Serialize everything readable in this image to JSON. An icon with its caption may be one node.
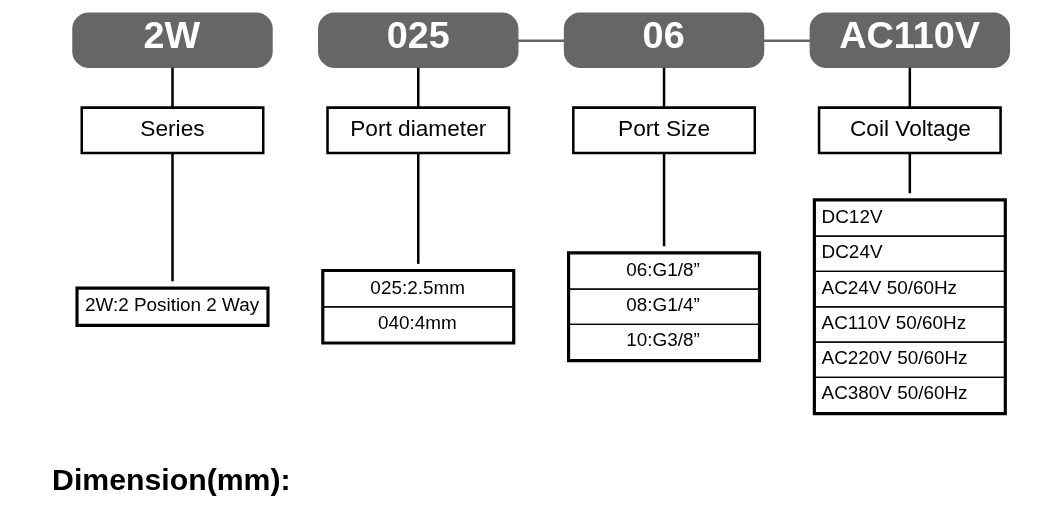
{
  "diagram": {
    "nodes": [
      {
        "text": [
          "2W"
        ]
      },
      {
        "text": [
          "025"
        ]
      },
      {
        "text": [
          "06"
        ]
      },
      {
        "text": [
          "AC110V"
        ]
      },
      {
        "text": [
          "Series"
        ]
      },
      {
        "text": [
          "Port diameter"
        ]
      },
      {
        "text": [
          "Port Size"
        ]
      },
      {
        "text": [
          "Coil Voltage"
        ]
      },
      {
        "text": [
          "2W:2 Position 2 Way"
        ]
      },
      {
        "text": [
          "025:2.5mm",
          "040:4mm"
        ]
      },
      {
        "text": [
          "06:G1/8”",
          "08:G1/4”",
          "10:G3/8”"
        ]
      },
      {
        "text": [
          "DC12V",
          "DC24V",
          "AC24V 50/60Hz",
          "AC110V 50/60Hz",
          "AC220V 50/60Hz",
          "AC380V 50/60Hz"
        ]
      }
    ],
    "edges": [
      {
        "from": 1,
        "to": 2,
        "arrow": "none",
        "color": "#666666"
      },
      {
        "from": 2,
        "to": 3,
        "arrow": "none",
        "color": "#666666"
      },
      {
        "from": 0,
        "to": 4,
        "arrow": "none"
      },
      {
        "from": 1,
        "to": 5,
        "arrow": "none"
      },
      {
        "from": 2,
        "to": 6,
        "arrow": "none"
      },
      {
        "from": 3,
        "to": 7,
        "arrow": "none"
      },
      {
        "from": 4,
        "to": 8,
        "arrow": "none"
      },
      {
        "from": 5,
        "to": 9,
        "arrow": "none"
      },
      {
        "from": 6,
        "to": 10,
        "arrow": "none"
      },
      {
        "from": 7,
        "to": 11,
        "arrow": "none"
      }
    ],
    "labels": [
      "Dimension(mm):"
    ]
  }
}
